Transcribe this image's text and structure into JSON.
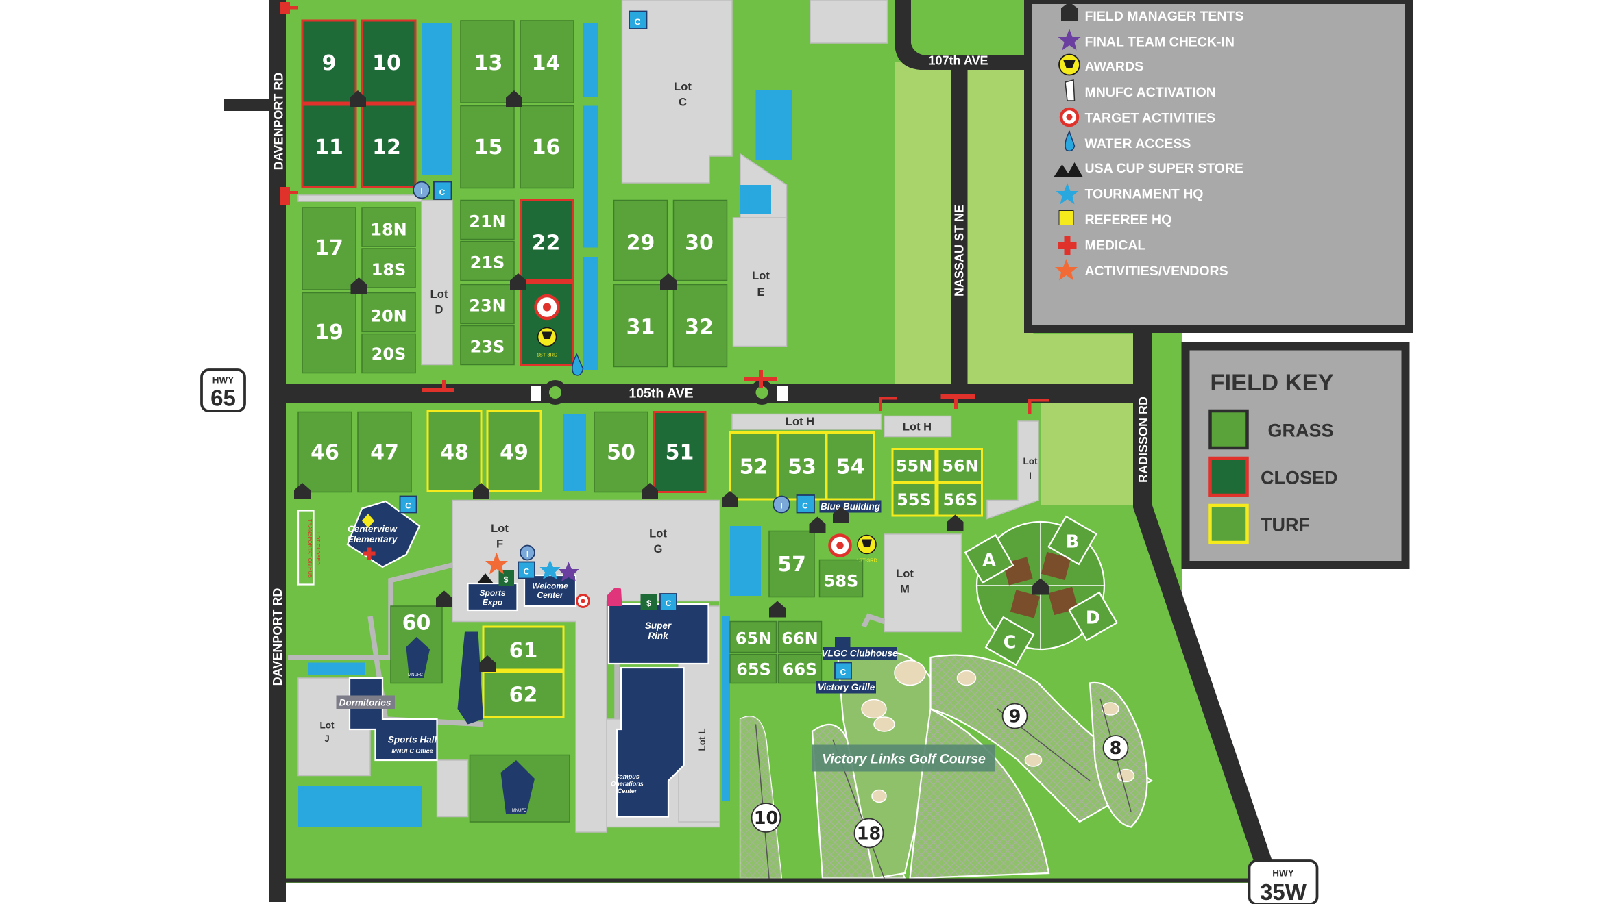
{
  "roads": {
    "ave_105": "105th AVE",
    "ave_107": "107th AVE",
    "davenport_north": "DAVENPORT RD",
    "davenport_south": "DAVENPORT RD",
    "nassau": "NASSAU ST NE",
    "radisson": "RADISSON RD"
  },
  "highways": {
    "hwy65_small": "HWY",
    "hwy65_big": "65",
    "hwy35_small": "HWY",
    "hwy35_big": "35W"
  },
  "fields": {
    "f9": "9",
    "f10": "10",
    "f11": "11",
    "f12": "12",
    "f13": "13",
    "f14": "14",
    "f15": "15",
    "f16": "16",
    "f17": "17",
    "f18n": "18N",
    "f18s": "18S",
    "f19": "19",
    "f20n": "20N",
    "f20s": "20S",
    "f21n": "21N",
    "f21s": "21S",
    "f22": "22",
    "f23n": "23N",
    "f23s": "23S",
    "f29": "29",
    "f30": "30",
    "f31": "31",
    "f32": "32",
    "f46": "46",
    "f47": "47",
    "f48": "48",
    "f49": "49",
    "f50": "50",
    "f51": "51",
    "f52": "52",
    "f53": "53",
    "f54": "54",
    "f55n": "55N",
    "f56n": "56N",
    "f55s": "55S",
    "f56s": "56S",
    "f57": "57",
    "f58s": "58S",
    "f60": "60",
    "f61": "61",
    "f62": "62",
    "f65n": "65N",
    "f66n": "66N",
    "f65s": "65S",
    "f66s": "66S",
    "fa": "A",
    "fb": "B",
    "fc": "C",
    "fd": "D"
  },
  "lots": {
    "c_a": "Lot",
    "c_b": "C",
    "d_a": "Lot",
    "d_b": "D",
    "e_a": "Lot",
    "e_b": "E",
    "f_a": "Lot",
    "f_b": "F",
    "g_a": "Lot",
    "g_b": "G",
    "h1": "Lot H",
    "h2": "Lot H",
    "i_a": "Lot",
    "i_b": "I",
    "j_a": "Lot",
    "j_b": "J",
    "l": "Lot L",
    "m_a": "Lot",
    "m_b": "M"
  },
  "buildings": {
    "centerview_a": "Centerview",
    "centerview_b": "Elementary",
    "sports_expo_a": "Sports",
    "sports_expo_b": "Expo",
    "welcome_a": "Welcome",
    "welcome_b": "Center",
    "super_rink_a": "Super",
    "super_rink_b": "Rink",
    "blue_building": "Blue Building",
    "vlgc_clubhouse": "VLGC Clubhouse",
    "victory_grille": "Victory Grille",
    "dormitories": "Dormitories",
    "sports_hall": "Sports Hall",
    "sports_hall_sub": "MNUFC Office",
    "campus_ops_a": "Campus",
    "campus_ops_b": "Operations",
    "campus_ops_c": "Center",
    "transport_hub_a": "TRANSPORTATION HUB",
    "transport_hub_b": "LOT CLOSED"
  },
  "golf": {
    "title": "Victory Links Golf Course",
    "holes": [
      "9",
      "8",
      "10",
      "18"
    ]
  },
  "markers": {
    "info": "I",
    "concessions": "C",
    "cash": "$",
    "award_tag": "1ST-3RD",
    "mnufc": "MNUFC"
  },
  "legend": {
    "items": [
      {
        "icon": "tent",
        "label": "FIELD MANAGER TENTS"
      },
      {
        "icon": "purple-star",
        "label": "FINAL TEAM CHECK-IN"
      },
      {
        "icon": "trophy",
        "label": "AWARDS"
      },
      {
        "icon": "loon",
        "label": "MNUFC ACTIVATION"
      },
      {
        "icon": "target",
        "label": "TARGET ACTIVITIES"
      },
      {
        "icon": "drop",
        "label": "WATER ACCESS"
      },
      {
        "icon": "adidas",
        "label": "USA CUP SUPER STORE"
      },
      {
        "icon": "blue-star",
        "label": "TOURNAMENT HQ"
      },
      {
        "icon": "yellow-square",
        "label": "REFEREE HQ"
      },
      {
        "icon": "cross",
        "label": "MEDICAL"
      },
      {
        "icon": "orange-star",
        "label": "ACTIVITIES/VENDORS"
      }
    ]
  },
  "field_key": {
    "title": "FIELD KEY",
    "grass": "GRASS",
    "closed": "CLOSED",
    "turf": "TURF"
  },
  "colors": {
    "bg_green": "#6fc045",
    "field_grass": "#5aa33a",
    "field_closed": "#1e6b38",
    "closed_border": "#e0312b",
    "turf_border": "#f4ea1c",
    "road": "#2d2d2d",
    "lot": "#d6d6d6",
    "water": "#29a8e0",
    "building": "#1f3a6b",
    "legend_bg": "#a9a9a9"
  }
}
